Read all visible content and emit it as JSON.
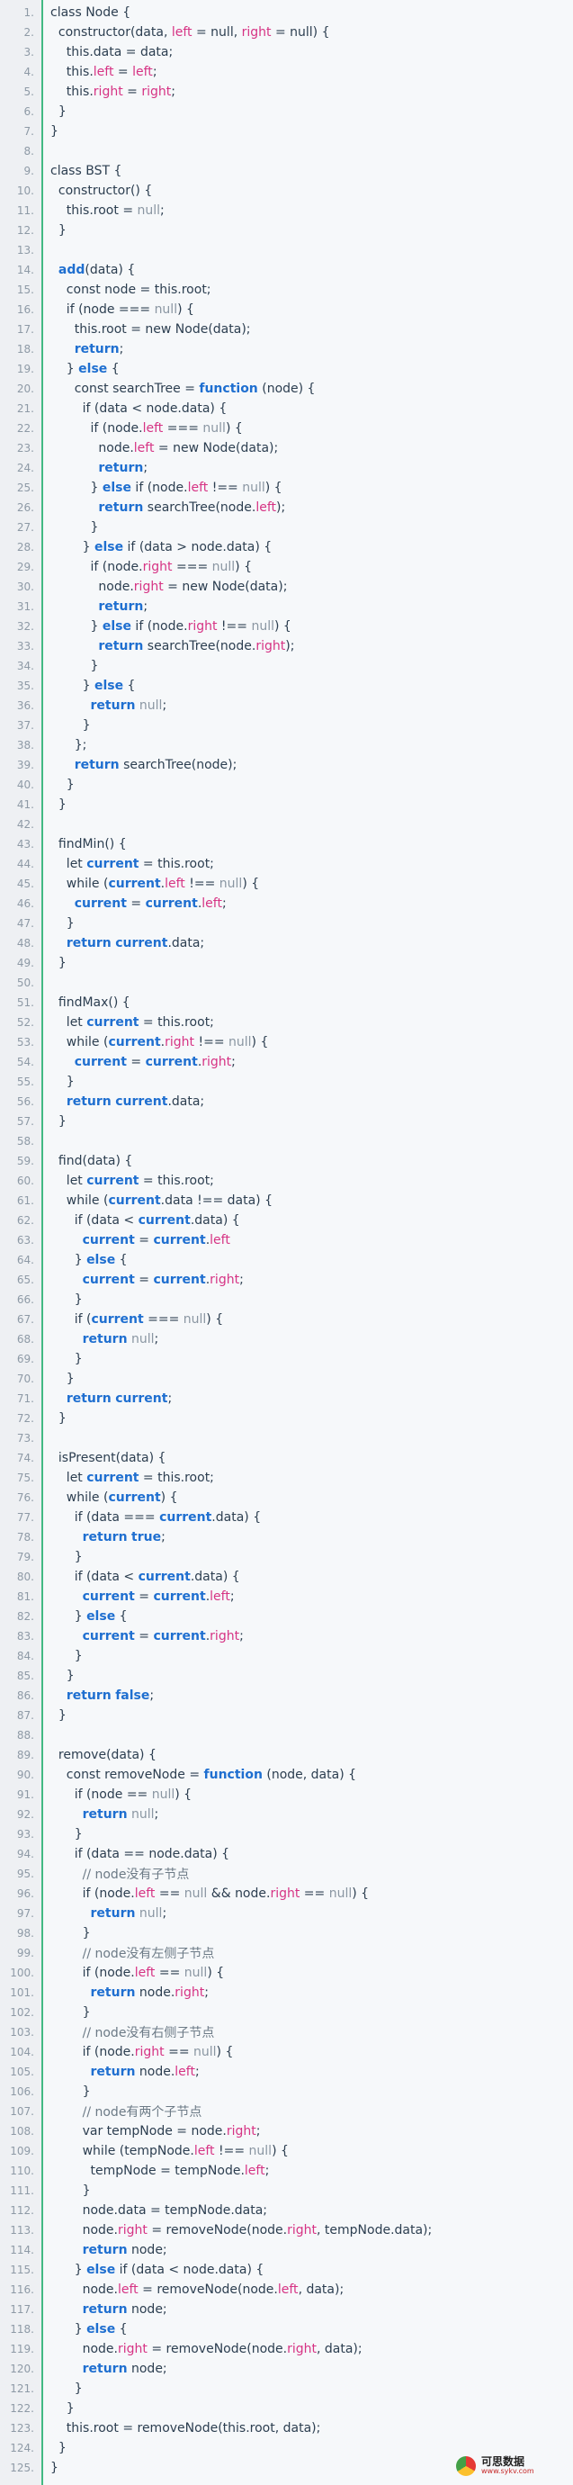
{
  "colors": {
    "keyword": "#1f6fd0",
    "property": "#d63384",
    "comment": "#6c7a86",
    "text": "#2c3e50",
    "accent": "#42b983"
  },
  "code_lines": [
    [
      {
        "t": "class Node {"
      }
    ],
    [
      {
        "t": "  constructor(data, "
      },
      {
        "t": "left",
        "c": "p"
      },
      {
        "t": " = null, "
      },
      {
        "t": "right",
        "c": "p"
      },
      {
        "t": " = null) {"
      }
    ],
    [
      {
        "t": "    this.data = data;"
      }
    ],
    [
      {
        "t": "    this."
      },
      {
        "t": "left",
        "c": "p"
      },
      {
        "t": " = "
      },
      {
        "t": "left",
        "c": "p"
      },
      {
        "t": ";"
      }
    ],
    [
      {
        "t": "    this."
      },
      {
        "t": "right",
        "c": "p"
      },
      {
        "t": " = "
      },
      {
        "t": "right",
        "c": "p"
      },
      {
        "t": ";"
      }
    ],
    [
      {
        "t": "  }"
      }
    ],
    [
      {
        "t": "}"
      }
    ],
    [
      {
        "t": ""
      }
    ],
    [
      {
        "t": "class BST {"
      }
    ],
    [
      {
        "t": "  constructor() {"
      }
    ],
    [
      {
        "t": "    this.root = "
      },
      {
        "t": "null",
        "c": "n"
      },
      {
        "t": ";"
      }
    ],
    [
      {
        "t": "  }"
      }
    ],
    [
      {
        "t": ""
      }
    ],
    [
      {
        "t": "  "
      },
      {
        "t": "add",
        "c": "k"
      },
      {
        "t": "(data) {"
      }
    ],
    [
      {
        "t": "    const node = this.root;"
      }
    ],
    [
      {
        "t": "    if (node === "
      },
      {
        "t": "null",
        "c": "n"
      },
      {
        "t": ") {"
      }
    ],
    [
      {
        "t": "      this.root = new Node(data);"
      }
    ],
    [
      {
        "t": "      "
      },
      {
        "t": "return",
        "c": "k"
      },
      {
        "t": ";"
      }
    ],
    [
      {
        "t": "    } "
      },
      {
        "t": "else",
        "c": "k"
      },
      {
        "t": " {"
      }
    ],
    [
      {
        "t": "      const searchTree = "
      },
      {
        "t": "function",
        "c": "k"
      },
      {
        "t": " (node) {"
      }
    ],
    [
      {
        "t": "        if (data < node.data) {"
      }
    ],
    [
      {
        "t": "          if (node."
      },
      {
        "t": "left",
        "c": "p"
      },
      {
        "t": " === "
      },
      {
        "t": "null",
        "c": "n"
      },
      {
        "t": ") {"
      }
    ],
    [
      {
        "t": "            node."
      },
      {
        "t": "left",
        "c": "p"
      },
      {
        "t": " = new Node(data);"
      }
    ],
    [
      {
        "t": "            "
      },
      {
        "t": "return",
        "c": "k"
      },
      {
        "t": ";"
      }
    ],
    [
      {
        "t": "          } "
      },
      {
        "t": "else",
        "c": "k"
      },
      {
        "t": " if (node."
      },
      {
        "t": "left",
        "c": "p"
      },
      {
        "t": " !== "
      },
      {
        "t": "null",
        "c": "n"
      },
      {
        "t": ") {"
      }
    ],
    [
      {
        "t": "            "
      },
      {
        "t": "return",
        "c": "k"
      },
      {
        "t": " searchTree(node."
      },
      {
        "t": "left",
        "c": "p"
      },
      {
        "t": ");"
      }
    ],
    [
      {
        "t": "          }"
      }
    ],
    [
      {
        "t": "        } "
      },
      {
        "t": "else",
        "c": "k"
      },
      {
        "t": " if (data > node.data) {"
      }
    ],
    [
      {
        "t": "          if (node."
      },
      {
        "t": "right",
        "c": "p"
      },
      {
        "t": " === "
      },
      {
        "t": "null",
        "c": "n"
      },
      {
        "t": ") {"
      }
    ],
    [
      {
        "t": "            node."
      },
      {
        "t": "right",
        "c": "p"
      },
      {
        "t": " = new Node(data);"
      }
    ],
    [
      {
        "t": "            "
      },
      {
        "t": "return",
        "c": "k"
      },
      {
        "t": ";"
      }
    ],
    [
      {
        "t": "          } "
      },
      {
        "t": "else",
        "c": "k"
      },
      {
        "t": " if (node."
      },
      {
        "t": "right",
        "c": "p"
      },
      {
        "t": " !== "
      },
      {
        "t": "null",
        "c": "n"
      },
      {
        "t": ") {"
      }
    ],
    [
      {
        "t": "            "
      },
      {
        "t": "return",
        "c": "k"
      },
      {
        "t": " searchTree(node."
      },
      {
        "t": "right",
        "c": "p"
      },
      {
        "t": ");"
      }
    ],
    [
      {
        "t": "          }"
      }
    ],
    [
      {
        "t": "        } "
      },
      {
        "t": "else",
        "c": "k"
      },
      {
        "t": " {"
      }
    ],
    [
      {
        "t": "          "
      },
      {
        "t": "return",
        "c": "k"
      },
      {
        "t": " "
      },
      {
        "t": "null",
        "c": "n"
      },
      {
        "t": ";"
      }
    ],
    [
      {
        "t": "        }"
      }
    ],
    [
      {
        "t": "      };"
      }
    ],
    [
      {
        "t": "      "
      },
      {
        "t": "return",
        "c": "k"
      },
      {
        "t": " searchTree(node);"
      }
    ],
    [
      {
        "t": "    }"
      }
    ],
    [
      {
        "t": "  }"
      }
    ],
    [
      {
        "t": ""
      }
    ],
    [
      {
        "t": "  findMin() {"
      }
    ],
    [
      {
        "t": "    let "
      },
      {
        "t": "current",
        "c": "k"
      },
      {
        "t": " = this.root;"
      }
    ],
    [
      {
        "t": "    while ("
      },
      {
        "t": "current",
        "c": "k"
      },
      {
        "t": "."
      },
      {
        "t": "left",
        "c": "p"
      },
      {
        "t": " !== "
      },
      {
        "t": "null",
        "c": "n"
      },
      {
        "t": ") {"
      }
    ],
    [
      {
        "t": "      "
      },
      {
        "t": "current",
        "c": "k"
      },
      {
        "t": " = "
      },
      {
        "t": "current",
        "c": "k"
      },
      {
        "t": "."
      },
      {
        "t": "left",
        "c": "p"
      },
      {
        "t": ";"
      }
    ],
    [
      {
        "t": "    }"
      }
    ],
    [
      {
        "t": "    "
      },
      {
        "t": "return",
        "c": "k"
      },
      {
        "t": " "
      },
      {
        "t": "current",
        "c": "k"
      },
      {
        "t": ".data;"
      }
    ],
    [
      {
        "t": "  }"
      }
    ],
    [
      {
        "t": ""
      }
    ],
    [
      {
        "t": "  findMax() {"
      }
    ],
    [
      {
        "t": "    let "
      },
      {
        "t": "current",
        "c": "k"
      },
      {
        "t": " = this.root;"
      }
    ],
    [
      {
        "t": "    while ("
      },
      {
        "t": "current",
        "c": "k"
      },
      {
        "t": "."
      },
      {
        "t": "right",
        "c": "p"
      },
      {
        "t": " !== "
      },
      {
        "t": "null",
        "c": "n"
      },
      {
        "t": ") {"
      }
    ],
    [
      {
        "t": "      "
      },
      {
        "t": "current",
        "c": "k"
      },
      {
        "t": " = "
      },
      {
        "t": "current",
        "c": "k"
      },
      {
        "t": "."
      },
      {
        "t": "right",
        "c": "p"
      },
      {
        "t": ";"
      }
    ],
    [
      {
        "t": "    }"
      }
    ],
    [
      {
        "t": "    "
      },
      {
        "t": "return",
        "c": "k"
      },
      {
        "t": " "
      },
      {
        "t": "current",
        "c": "k"
      },
      {
        "t": ".data;"
      }
    ],
    [
      {
        "t": "  }"
      }
    ],
    [
      {
        "t": ""
      }
    ],
    [
      {
        "t": "  find(data) {"
      }
    ],
    [
      {
        "t": "    let "
      },
      {
        "t": "current",
        "c": "k"
      },
      {
        "t": " = this.root;"
      }
    ],
    [
      {
        "t": "    while ("
      },
      {
        "t": "current",
        "c": "k"
      },
      {
        "t": ".data !== data) {"
      }
    ],
    [
      {
        "t": "      if (data < "
      },
      {
        "t": "current",
        "c": "k"
      },
      {
        "t": ".data) {"
      }
    ],
    [
      {
        "t": "        "
      },
      {
        "t": "current",
        "c": "k"
      },
      {
        "t": " = "
      },
      {
        "t": "current",
        "c": "k"
      },
      {
        "t": "."
      },
      {
        "t": "left",
        "c": "p"
      }
    ],
    [
      {
        "t": "      } "
      },
      {
        "t": "else",
        "c": "k"
      },
      {
        "t": " {"
      }
    ],
    [
      {
        "t": "        "
      },
      {
        "t": "current",
        "c": "k"
      },
      {
        "t": " = "
      },
      {
        "t": "current",
        "c": "k"
      },
      {
        "t": "."
      },
      {
        "t": "right",
        "c": "p"
      },
      {
        "t": ";"
      }
    ],
    [
      {
        "t": "      }"
      }
    ],
    [
      {
        "t": "      if ("
      },
      {
        "t": "current",
        "c": "k"
      },
      {
        "t": " === "
      },
      {
        "t": "null",
        "c": "n"
      },
      {
        "t": ") {"
      }
    ],
    [
      {
        "t": "        "
      },
      {
        "t": "return",
        "c": "k"
      },
      {
        "t": " "
      },
      {
        "t": "null",
        "c": "n"
      },
      {
        "t": ";"
      }
    ],
    [
      {
        "t": "      }"
      }
    ],
    [
      {
        "t": "    }"
      }
    ],
    [
      {
        "t": "    "
      },
      {
        "t": "return",
        "c": "k"
      },
      {
        "t": " "
      },
      {
        "t": "current",
        "c": "k"
      },
      {
        "t": ";"
      }
    ],
    [
      {
        "t": "  }"
      }
    ],
    [
      {
        "t": ""
      }
    ],
    [
      {
        "t": "  isPresent(data) {"
      }
    ],
    [
      {
        "t": "    let "
      },
      {
        "t": "current",
        "c": "k"
      },
      {
        "t": " = this.root;"
      }
    ],
    [
      {
        "t": "    while ("
      },
      {
        "t": "current",
        "c": "k"
      },
      {
        "t": ") {"
      }
    ],
    [
      {
        "t": "      if (data === "
      },
      {
        "t": "current",
        "c": "k"
      },
      {
        "t": ".data) {"
      }
    ],
    [
      {
        "t": "        "
      },
      {
        "t": "return",
        "c": "k"
      },
      {
        "t": " "
      },
      {
        "t": "true",
        "c": "k"
      },
      {
        "t": ";"
      }
    ],
    [
      {
        "t": "      }"
      }
    ],
    [
      {
        "t": "      if (data < "
      },
      {
        "t": "current",
        "c": "k"
      },
      {
        "t": ".data) {"
      }
    ],
    [
      {
        "t": "        "
      },
      {
        "t": "current",
        "c": "k"
      },
      {
        "t": " = "
      },
      {
        "t": "current",
        "c": "k"
      },
      {
        "t": "."
      },
      {
        "t": "left",
        "c": "p"
      },
      {
        "t": ";"
      }
    ],
    [
      {
        "t": "      } "
      },
      {
        "t": "else",
        "c": "k"
      },
      {
        "t": " {"
      }
    ],
    [
      {
        "t": "        "
      },
      {
        "t": "current",
        "c": "k"
      },
      {
        "t": " = "
      },
      {
        "t": "current",
        "c": "k"
      },
      {
        "t": "."
      },
      {
        "t": "right",
        "c": "p"
      },
      {
        "t": ";"
      }
    ],
    [
      {
        "t": "      }"
      }
    ],
    [
      {
        "t": "    }"
      }
    ],
    [
      {
        "t": "    "
      },
      {
        "t": "return",
        "c": "k"
      },
      {
        "t": " "
      },
      {
        "t": "false",
        "c": "k"
      },
      {
        "t": ";"
      }
    ],
    [
      {
        "t": "  }"
      }
    ],
    [
      {
        "t": ""
      }
    ],
    [
      {
        "t": "  remove(data) {"
      }
    ],
    [
      {
        "t": "    const removeNode = "
      },
      {
        "t": "function",
        "c": "k"
      },
      {
        "t": " (node, data) {"
      }
    ],
    [
      {
        "t": "      if (node == "
      },
      {
        "t": "null",
        "c": "n"
      },
      {
        "t": ") {"
      }
    ],
    [
      {
        "t": "        "
      },
      {
        "t": "return",
        "c": "k"
      },
      {
        "t": " "
      },
      {
        "t": "null",
        "c": "n"
      },
      {
        "t": ";"
      }
    ],
    [
      {
        "t": "      }"
      }
    ],
    [
      {
        "t": "      if (data == node.data) {"
      }
    ],
    [
      {
        "t": "        "
      },
      {
        "t": "// node没有子节点",
        "c": "c"
      }
    ],
    [
      {
        "t": "        if (node."
      },
      {
        "t": "left",
        "c": "p"
      },
      {
        "t": " == "
      },
      {
        "t": "null",
        "c": "n"
      },
      {
        "t": " && node."
      },
      {
        "t": "right",
        "c": "p"
      },
      {
        "t": " == "
      },
      {
        "t": "null",
        "c": "n"
      },
      {
        "t": ") {"
      }
    ],
    [
      {
        "t": "          "
      },
      {
        "t": "return",
        "c": "k"
      },
      {
        "t": " "
      },
      {
        "t": "null",
        "c": "n"
      },
      {
        "t": ";"
      }
    ],
    [
      {
        "t": "        }"
      }
    ],
    [
      {
        "t": "        "
      },
      {
        "t": "// node没有左侧子节点",
        "c": "c"
      }
    ],
    [
      {
        "t": "        if (node."
      },
      {
        "t": "left",
        "c": "p"
      },
      {
        "t": " == "
      },
      {
        "t": "null",
        "c": "n"
      },
      {
        "t": ") {"
      }
    ],
    [
      {
        "t": "          "
      },
      {
        "t": "return",
        "c": "k"
      },
      {
        "t": " node."
      },
      {
        "t": "right",
        "c": "p"
      },
      {
        "t": ";"
      }
    ],
    [
      {
        "t": "        }"
      }
    ],
    [
      {
        "t": "        "
      },
      {
        "t": "// node没有右侧子节点",
        "c": "c"
      }
    ],
    [
      {
        "t": "        if (node."
      },
      {
        "t": "right",
        "c": "p"
      },
      {
        "t": " == "
      },
      {
        "t": "null",
        "c": "n"
      },
      {
        "t": ") {"
      }
    ],
    [
      {
        "t": "          "
      },
      {
        "t": "return",
        "c": "k"
      },
      {
        "t": " node."
      },
      {
        "t": "left",
        "c": "p"
      },
      {
        "t": ";"
      }
    ],
    [
      {
        "t": "        }"
      }
    ],
    [
      {
        "t": "        "
      },
      {
        "t": "// node有两个子节点",
        "c": "c"
      }
    ],
    [
      {
        "t": "        var tempNode = node."
      },
      {
        "t": "right",
        "c": "p"
      },
      {
        "t": ";"
      }
    ],
    [
      {
        "t": "        while (tempNode."
      },
      {
        "t": "left",
        "c": "p"
      },
      {
        "t": " !== "
      },
      {
        "t": "null",
        "c": "n"
      },
      {
        "t": ") {"
      }
    ],
    [
      {
        "t": "          tempNode = tempNode."
      },
      {
        "t": "left",
        "c": "p"
      },
      {
        "t": ";"
      }
    ],
    [
      {
        "t": "        }"
      }
    ],
    [
      {
        "t": "        node.data = tempNode.data;"
      }
    ],
    [
      {
        "t": "        node."
      },
      {
        "t": "right",
        "c": "p"
      },
      {
        "t": " = removeNode(node."
      },
      {
        "t": "right",
        "c": "p"
      },
      {
        "t": ", tempNode.data);"
      }
    ],
    [
      {
        "t": "        "
      },
      {
        "t": "return",
        "c": "k"
      },
      {
        "t": " node;"
      }
    ],
    [
      {
        "t": "      } "
      },
      {
        "t": "else",
        "c": "k"
      },
      {
        "t": " if (data < node.data) {"
      }
    ],
    [
      {
        "t": "        node."
      },
      {
        "t": "left",
        "c": "p"
      },
      {
        "t": " = removeNode(node."
      },
      {
        "t": "left",
        "c": "p"
      },
      {
        "t": ", data);"
      }
    ],
    [
      {
        "t": "        "
      },
      {
        "t": "return",
        "c": "k"
      },
      {
        "t": " node;"
      }
    ],
    [
      {
        "t": "      } "
      },
      {
        "t": "else",
        "c": "k"
      },
      {
        "t": " {"
      }
    ],
    [
      {
        "t": "        node."
      },
      {
        "t": "right",
        "c": "p"
      },
      {
        "t": " = removeNode(node."
      },
      {
        "t": "right",
        "c": "p"
      },
      {
        "t": ", data);"
      }
    ],
    [
      {
        "t": "        "
      },
      {
        "t": "return",
        "c": "k"
      },
      {
        "t": " node;"
      }
    ],
    [
      {
        "t": "      }"
      }
    ],
    [
      {
        "t": "    }"
      }
    ],
    [
      {
        "t": "    this.root = removeNode(this.root, data);"
      }
    ],
    [
      {
        "t": "  }"
      }
    ],
    [
      {
        "t": "}"
      }
    ]
  ],
  "watermark": {
    "name": "可思数据",
    "url": "www.sykv.com"
  }
}
